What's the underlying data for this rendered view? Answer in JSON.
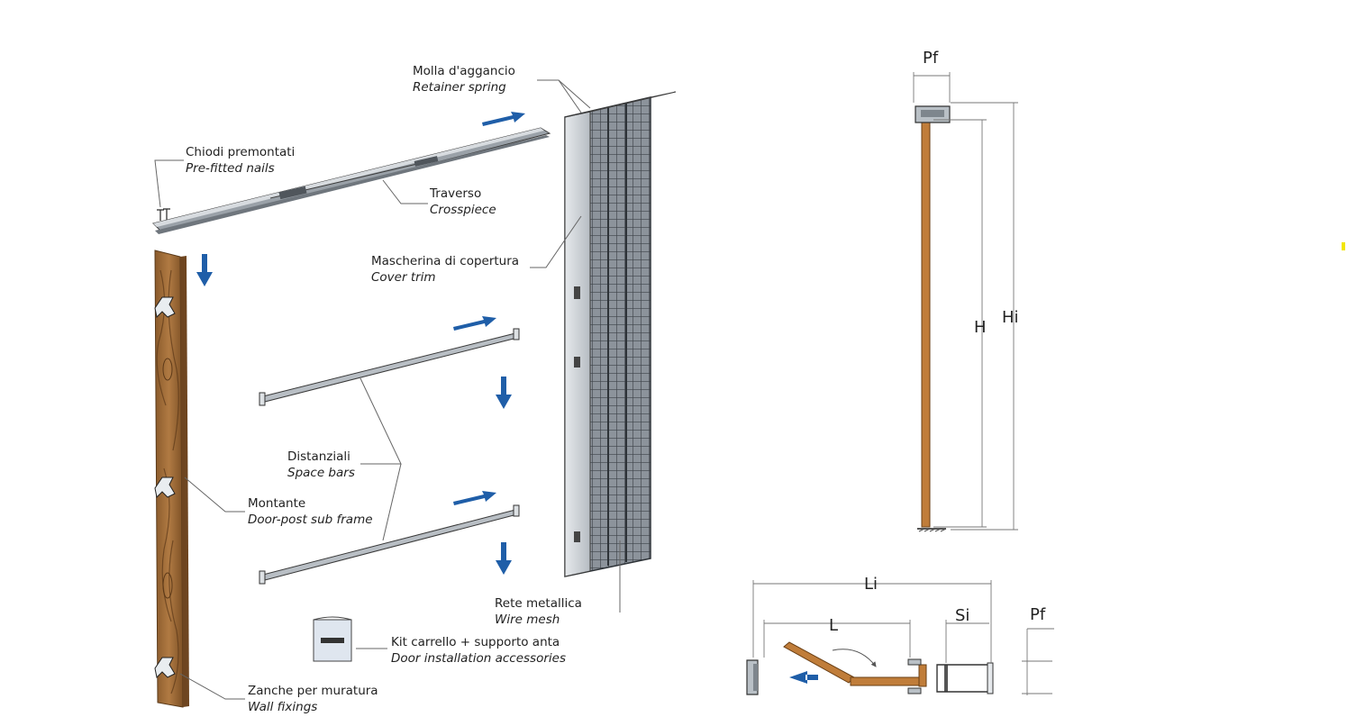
{
  "labels": {
    "retainer_spring": {
      "it": "Molla d'aggancio",
      "en": "Retainer spring"
    },
    "nails": {
      "it": "Chiodi premontati",
      "en": "Pre-fitted nails"
    },
    "crosspiece": {
      "it": "Traverso",
      "en": "Crosspiece"
    },
    "cover_trim": {
      "it": "Mascherina di copertura",
      "en": "Cover trim"
    },
    "space_bars": {
      "it": "Distanziali",
      "en": "Space bars"
    },
    "door_post": {
      "it": "Montante",
      "en": "Door-post sub frame"
    },
    "wire_mesh": {
      "it": "Rete metallica",
      "en": "Wire mesh"
    },
    "kit": {
      "it": "Kit carrello + supporto anta",
      "en": "Door installation accessories"
    },
    "wall_fixings": {
      "it": "Zanche per muratura",
      "en": "Wall fixings"
    }
  },
  "dimensions": {
    "pf_top": "Pf",
    "h": "H",
    "hi": "Hi",
    "li": "Li",
    "l": "L",
    "si": "Si",
    "pf_side": "Pf"
  },
  "colors": {
    "arrow": "#1f5ea8",
    "wood": "#a8703a",
    "metal": "#c9ced4",
    "outline": "#3a3a3a"
  }
}
